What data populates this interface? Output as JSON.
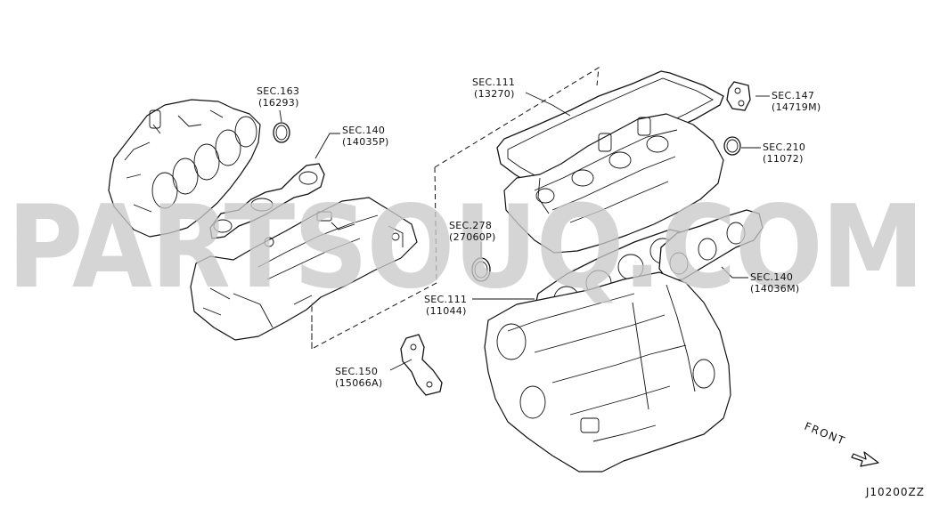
{
  "watermark": "PARTSOUQ.COM",
  "callouts": {
    "c163": {
      "sec": "SEC.163",
      "part": "(16293)"
    },
    "c140a": {
      "sec": "SEC.140",
      "part": "(14035P)"
    },
    "c111a": {
      "sec": "SEC.111",
      "part": "(13270)"
    },
    "c147": {
      "sec": "SEC.147",
      "part": "(14719M)"
    },
    "c210": {
      "sec": "SEC.210",
      "part": "(11072)"
    },
    "c278": {
      "sec": "SEC.278",
      "part": "(27060P)"
    },
    "c111b": {
      "sec": "SEC.111",
      "part": "(11044)"
    },
    "c140b": {
      "sec": "SEC.140",
      "part": "(14036M)"
    },
    "c150": {
      "sec": "SEC.150",
      "part": "(15066A)"
    }
  },
  "front_label": "FRONT",
  "diagram_code": "J10200ZZ"
}
